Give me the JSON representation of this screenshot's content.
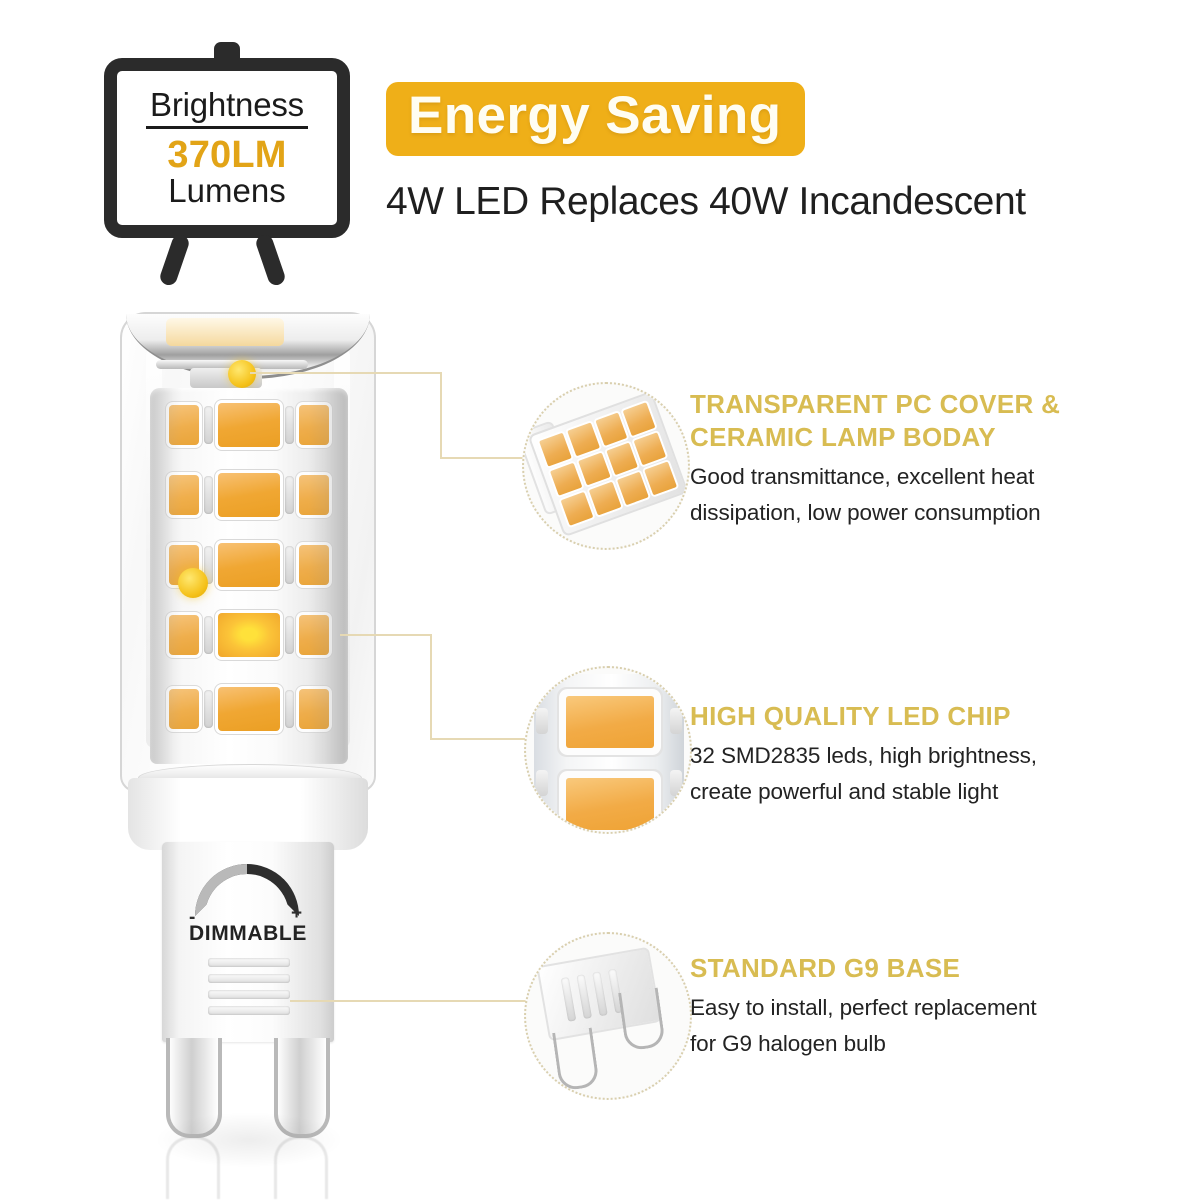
{
  "brightness_sign": {
    "label": "Brightness",
    "value": "370LM",
    "unit": "Lumens"
  },
  "header": {
    "badge": "Energy Saving",
    "subtitle": "4W LED Replaces 40W Incandescent"
  },
  "product": {
    "dimmable_label": "DIMMABLE",
    "minus_sign": "-",
    "plus_sign": "+"
  },
  "features": [
    {
      "title_line1": "TRANSPARENT PC COVER &",
      "title_line2": "CERAMIC LAMP BODAY",
      "body_line1": "Good transmittance, excellent heat",
      "body_line2": "dissipation, low power consumption"
    },
    {
      "title_line1": "HIGH QUALITY LED CHIP",
      "title_line2": "",
      "body_line1": "32 SMD2835 leds, high brightness,",
      "body_line2": "create powerful and stable light"
    },
    {
      "title_line1": "STANDARD G9 BASE",
      "title_line2": "",
      "body_line1": "Easy to install, perfect replacement",
      "body_line2": "for G9 halogen bulb"
    }
  ],
  "colors": {
    "badge_amber": "#EFAF18",
    "heading_gold": "#D8BC52",
    "brightness_gold": "#E2A417",
    "led_amber": "#EFA733",
    "callout_dot": "#F5C21B",
    "lead_line": "#E6D9B4",
    "text_dark": "#232323"
  }
}
